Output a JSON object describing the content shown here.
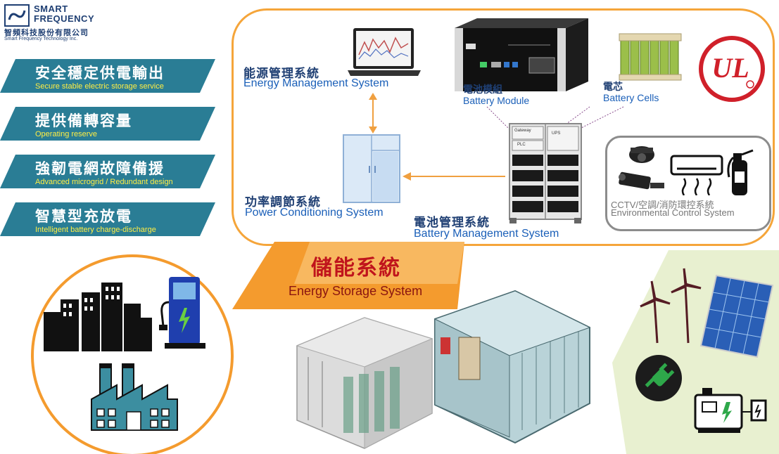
{
  "logo": {
    "name_en_line1": "SMART",
    "name_en_line2": "FREQUENCY",
    "name_zh": "智頻科技股份有限公司",
    "subtitle": "Smart Frequency Technology Inc."
  },
  "features": [
    {
      "zh": "安全穩定供電輸出",
      "en": "Secure stable electric storage service"
    },
    {
      "zh": "提供備轉容量",
      "en": "Operating reserve"
    },
    {
      "zh": "強韌電網故障備援",
      "en": "Advanced microgrid / Redundant design"
    },
    {
      "zh": "智慧型充放電",
      "en": "Intelligent battery charge-discharge"
    }
  ],
  "components": {
    "ems": {
      "zh": "能源管理系統",
      "en": "Energy Management System"
    },
    "pcs": {
      "zh": "功率調節系統",
      "en": "Power Conditioning System"
    },
    "bms": {
      "zh": "電池管理系統",
      "en": "Battery Management System"
    },
    "module": {
      "zh": "電池模組",
      "en": "Battery Module"
    },
    "cells": {
      "zh": "電芯",
      "en": "Battery Cells"
    },
    "env": {
      "zh": "CCTV/空調/消防環控系統",
      "en": "Environmental Control System"
    }
  },
  "rack_labels": [
    "Gateway",
    "UPS",
    "PLC"
  ],
  "ul_mark": "UL",
  "center": {
    "zh": "儲能系統",
    "en": "Energy Storage System"
  },
  "colors": {
    "feature_bar": "#2a7d95",
    "feature_en_text": "#ffee44",
    "panel_border": "#f5a53a",
    "arrow": "#f0a040",
    "title_red": "#c0141c",
    "ul_red": "#d0202a",
    "green_plug": "#2ea84a"
  }
}
